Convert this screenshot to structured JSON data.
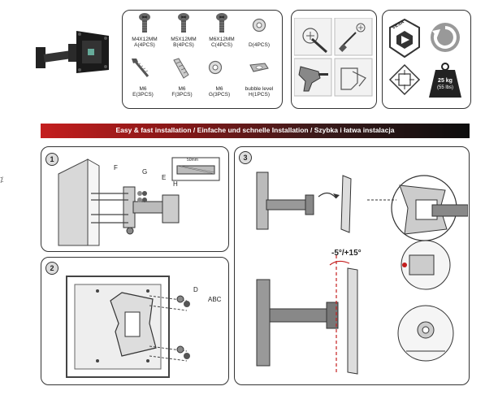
{
  "parts": [
    {
      "size": "M4X12MM",
      "code": "A(4PCS)"
    },
    {
      "size": "M5X12MM",
      "code": "B(4PCS)"
    },
    {
      "size": "M6X12MM",
      "code": "C(4PCS)"
    },
    {
      "size": "",
      "code": "D(4PCS)"
    },
    {
      "size": "M6",
      "code": "E(3PCS)"
    },
    {
      "size": "M6",
      "code": "F(3PCS)"
    },
    {
      "size": "M6",
      "code": "G(3PCS)"
    },
    {
      "size": "bubble level",
      "code": "H(1PCS)"
    }
  ],
  "badges": {
    "vesa_text": "VESA",
    "weight_kg": "25 kg",
    "weight_lbs": "(55 lbs)"
  },
  "banner_text": "Easy & fast installation  /  Einfache und schnelle Installation  /  Szybka i łatwa instalacja",
  "steps": [
    {
      "number": "1",
      "callouts": [
        "F",
        "G",
        "E",
        "H"
      ],
      "ruler_text": "50mm"
    },
    {
      "number": "2",
      "callouts": [
        "D",
        "ABC"
      ]
    },
    {
      "number": "3",
      "angle": "-5°/+15°"
    }
  ],
  "colors": {
    "banner_start": "#c41e1e",
    "banner_end": "#0d0d0d",
    "angle_marker": "#c41e1e"
  }
}
